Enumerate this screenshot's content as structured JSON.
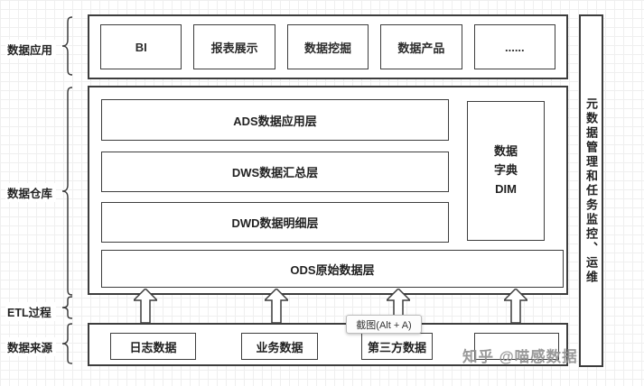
{
  "side_labels": {
    "data_application": "数据应用",
    "data_warehouse": "数据仓库",
    "etl_process": "ETL过程",
    "data_source": "数据来源"
  },
  "application_row": {
    "items": [
      {
        "label": "BI"
      },
      {
        "label": "报表展示"
      },
      {
        "label": "数据挖掘"
      },
      {
        "label": "数据产品"
      },
      {
        "label": "......"
      }
    ]
  },
  "warehouse": {
    "layers": [
      {
        "label": "ADS数据应用层"
      },
      {
        "label": "DWS数据汇总层"
      },
      {
        "label": "DWD数据明细层"
      },
      {
        "label": "ODS原始数据层"
      }
    ],
    "dim_label": "数据\n字典\nDIM"
  },
  "sources": {
    "items": [
      {
        "label": "日志数据"
      },
      {
        "label": "业务数据"
      },
      {
        "label": "第三方数据"
      },
      {
        "label": ""
      }
    ]
  },
  "right_bar": {
    "label": "元数据管理和任务监控、运维"
  },
  "overlay": {
    "screenshot_tooltip": "截图(Alt + A)",
    "watermark": "知乎 @喵感数据"
  },
  "colors": {
    "border": "#3d3d3d",
    "grid": "#efefef",
    "watermark": "#8f8f8f"
  }
}
